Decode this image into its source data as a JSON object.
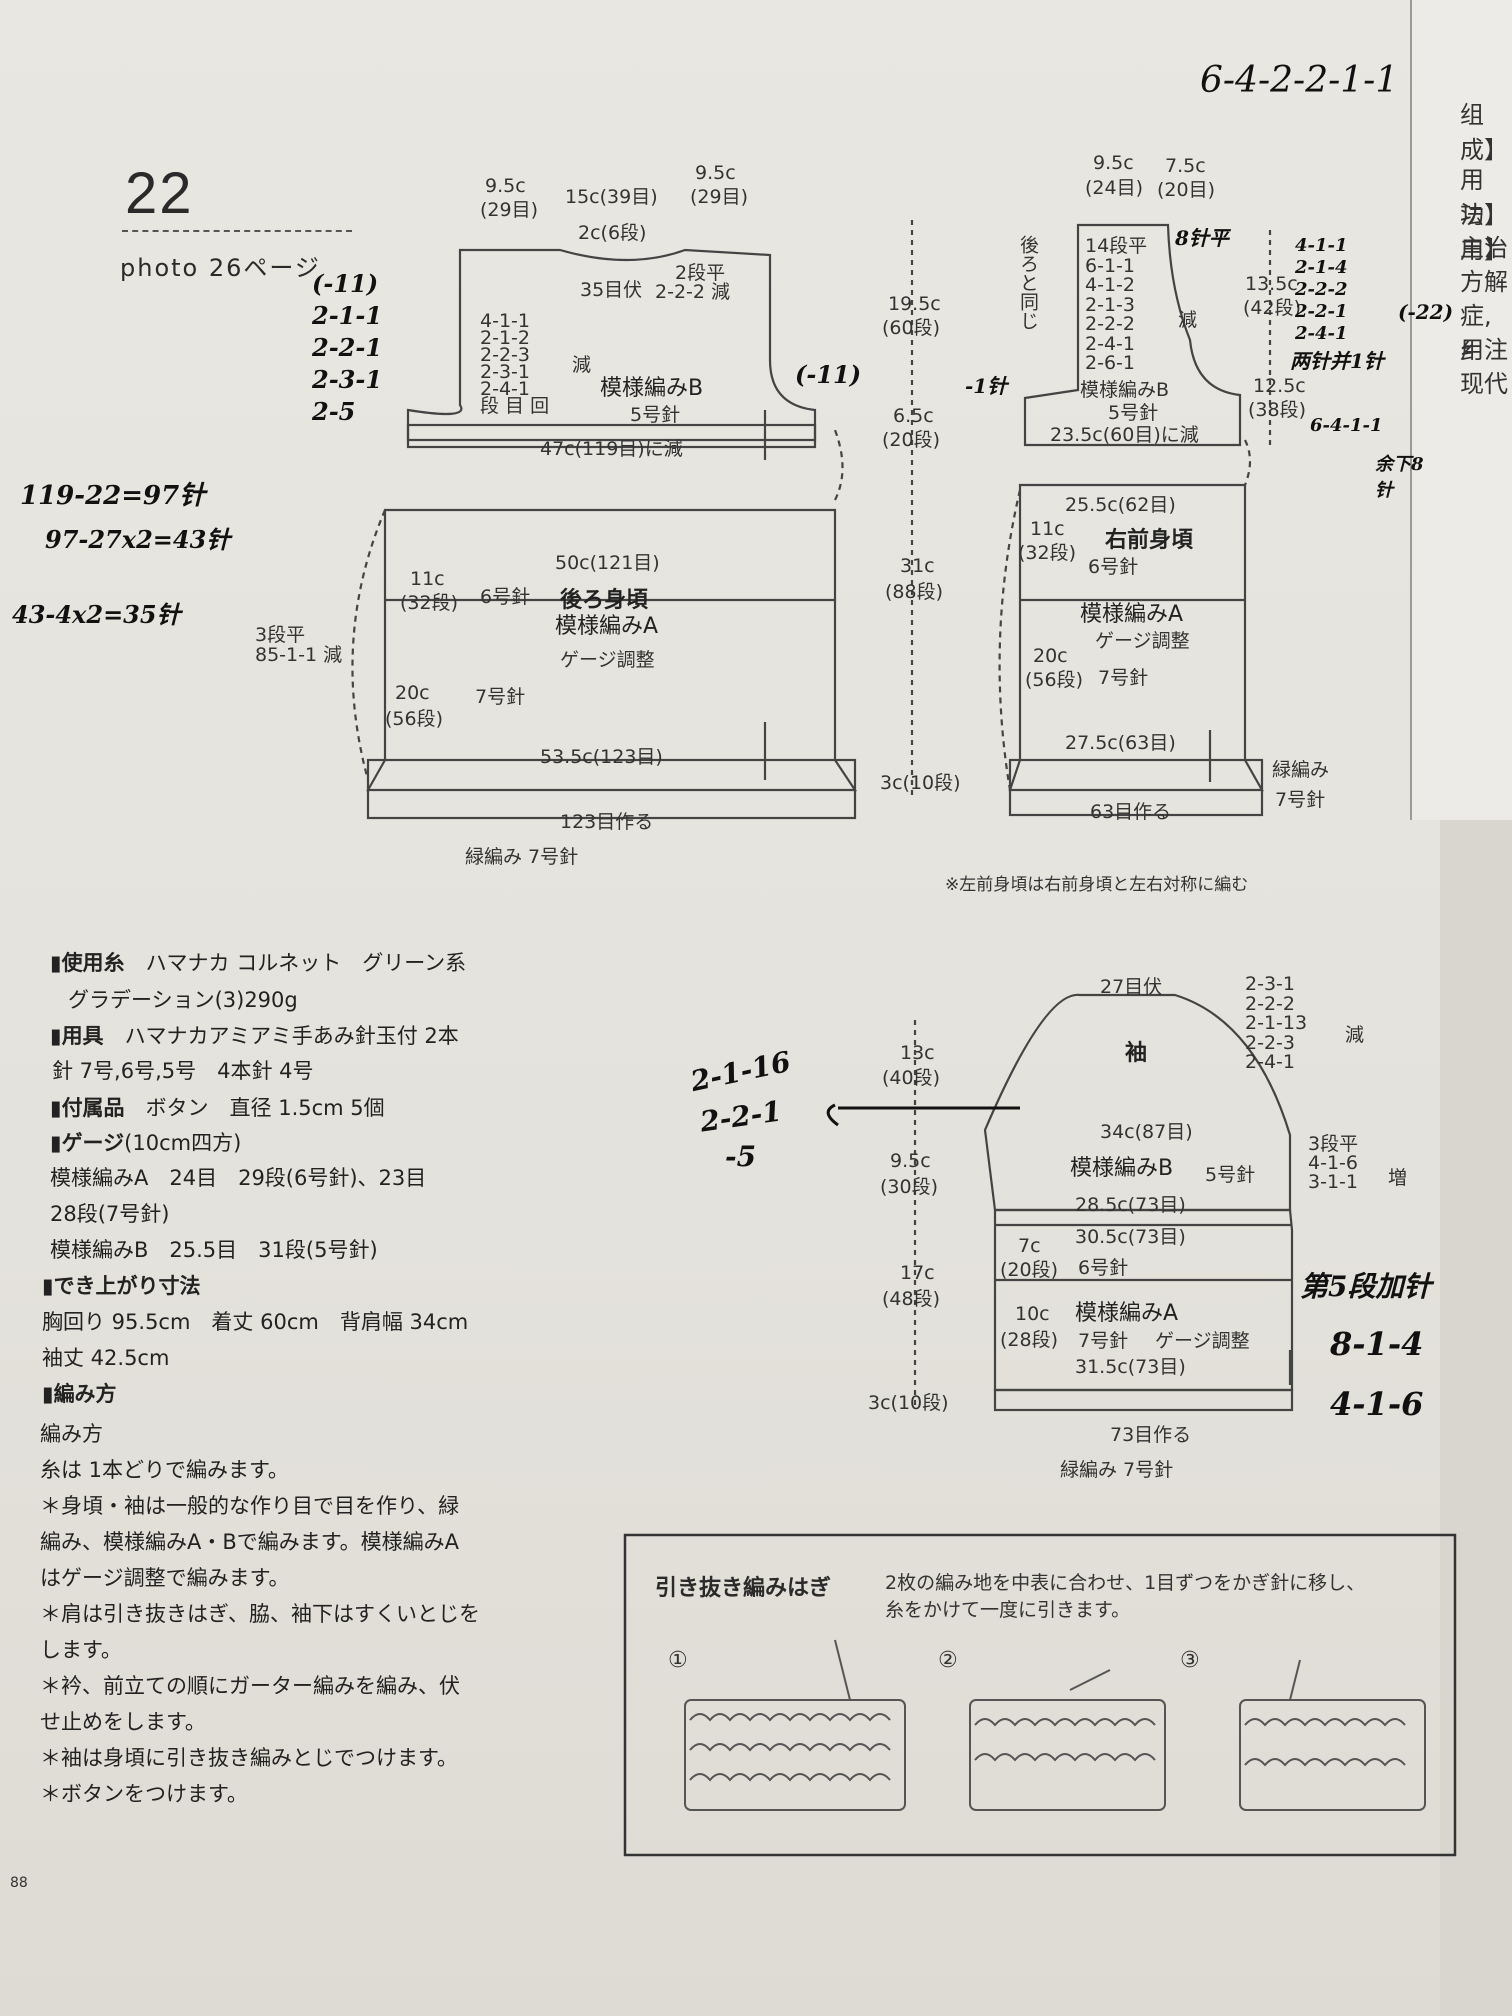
{
  "header": {
    "pattern_number": "22",
    "photo_ref": "photo 26ページ",
    "page_number": "88"
  },
  "margin_notes": {
    "calc1": "119-22=97针",
    "calc2": "97-27x2=43针",
    "calc3": "43-4x2=35针",
    "top_right": "6-4-2-2-1-1",
    "sleeve_note1": "2-1-16",
    "sleeve_note2": "2-2-1",
    "sleeve_note3": "-5",
    "inc_title": "第5段加针",
    "inc1": "8-1-4",
    "inc2": "4-1-6"
  },
  "back": {
    "top_left": "9.5c",
    "top_left_st": "(29目)",
    "top_mid": "15c(39目)",
    "top_right": "9.5c",
    "top_right_st": "(29目)",
    "neck_depth": "2c(6段)",
    "neck_bindoff": "35目伏",
    "neck_dec": "2段平",
    "neck_dec2": "2-2-2 減",
    "armhole_dec": [
      "4-1-1",
      "2-1-2",
      "2-2-3",
      "2-3-1",
      "2-4-1",
      "段 目 回"
    ],
    "armhole_dec_label": "減",
    "pattern_b": "模様編みB",
    "needle_5": "5号針",
    "yoke_width": "47c(119目)に減",
    "hand_left": [
      "(-11)",
      "2-1-1",
      "2-2-1",
      "2-3-1",
      "2-5"
    ],
    "hand_right": "(-11)",
    "upper_width": "50c(121目)",
    "yoke_h": "11c",
    "yoke_h_rows": "(32段)",
    "needle_6": "6号針",
    "title": "後ろ身頃",
    "pattern_a": "模様編みA",
    "gauge_adj": "ゲージ調整",
    "side_dec": "3段平",
    "side_dec2": "85-1-1 減",
    "lower_h": "20c",
    "lower_h_rows": "(56段)",
    "needle_7": "7号針",
    "lower_width": "53.5c(123目)",
    "cast_on": "123目作る",
    "border": "緑編み 7号針"
  },
  "heights": {
    "h1": "19.5c",
    "h1r": "(60段)",
    "h2": "6.5c",
    "h2r": "(20段)",
    "h3": "31c",
    "h3r": "(88段)",
    "h4": "3c(10段)"
  },
  "front": {
    "top_left": "9.5c",
    "top_left_st": "(24目)",
    "top_right": "7.5c",
    "top_right_st": "(20目)",
    "same_back": "後ろと同じ",
    "neck_dec": [
      "14段平",
      "6-1-1",
      "4-1-2",
      "2-1-3",
      "2-2-2",
      "2-4-1",
      "2-6-1"
    ],
    "neck_dec_label": "減",
    "neck_h": "13.5c",
    "neck_h_rows": "(42段)",
    "shoulder_h": "12.5c",
    "shoulder_h_rows": "(38段)",
    "pattern_b": "模様編みB",
    "needle_5": "5号針",
    "yoke_width": "23.5c(60目)に減",
    "upper_width": "25.5c(62目)",
    "yoke_h": "11c",
    "yoke_h_rows": "(32段)",
    "title": "右前身頃",
    "needle_6": "6号針",
    "pattern_a": "模様編みA",
    "gauge_adj": "ゲージ調整",
    "lower_h": "20c",
    "lower_h_rows": "(56段)",
    "needle_7": "7号針",
    "lower_width": "27.5c(63目)",
    "cast_on": "63目作る",
    "border": "緑編み",
    "border_needle": "7号針",
    "note": "※左前身頃は右前身頃と左右対称に編む",
    "hand": [
      "8针平",
      "4-1-1",
      "2-1-4",
      "2-2-2",
      "2-2-1",
      "2-4-1",
      "(-22)",
      "两针并1针",
      "6-4-1-1",
      "余下8针",
      "-1针"
    ]
  },
  "sleeve": {
    "cap_top": "27目伏",
    "cap_dec": [
      "2-3-1",
      "2-2-2",
      "2-1-13",
      "2-2-3",
      "2-4-1"
    ],
    "cap_dec_label": "減",
    "cap_h": "13c",
    "cap_h_rows": "(40段)",
    "title": "袖",
    "width1": "34c(87目)",
    "pattern_b": "模様編みB",
    "needle_5": "5号針",
    "upper_h": "9.5c",
    "upper_h_rows": "(30段)",
    "inc_note": [
      "3段平",
      "4-1-6",
      "3-1-1"
    ],
    "inc_label": "増",
    "width2": "28.5c(73目)",
    "width3": "30.5c(73目)",
    "mid_h": "7c",
    "mid_h_rows": "(20段)",
    "needle_6": "6号針",
    "lower_h": "17c",
    "lower_h_rows": "(48段)",
    "sub_h": "10c",
    "sub_h_rows": "(28段)",
    "pattern_a": "模様編みA",
    "needle_7": "7号針",
    "gauge_adj": "ゲージ調整",
    "width4": "31.5c(73目)",
    "edge_h": "3c(10段)",
    "cast_on": "73目作る",
    "border": "緑編み 7号針"
  },
  "materials": {
    "yarn_label": "使用糸",
    "yarn": "ハマナカ コルネット　グリーン系",
    "yarn2": "グラデーション(3)290g",
    "tools_label": "用具",
    "tools": "ハマナカアミアミ手あみ針玉付 2本",
    "tools2": "針 7号,6号,5号　4本針 4号",
    "parts_label": "付属品",
    "parts": "ボタン　直径 1.5cm 5個",
    "gauge_label": "ゲージ",
    "gauge_unit": "(10cm四方)",
    "gauge1": "模様編みA　24目　29段(6号針)、23目",
    "gauge2": "28段(7号針)",
    "gauge3": "模様編みB　25.5目　31段(5号針)",
    "size_label": "でき上がり寸法",
    "size1": "胸回り 95.5cm　着丈 60cm　背肩幅 34cm",
    "size2": "袖丈 42.5cm",
    "method_label": "編み方",
    "method_sub": "編み方",
    "m1": "糸は 1本どりで編みます。",
    "m2": "＊身頃・袖は一般的な作り目で目を作り、緑",
    "m3": "編み、模様編みA・Bで編みます。模様編みA",
    "m4": "はゲージ調整で編みます。",
    "m5": "＊肩は引き抜きはぎ、脇、袖下はすくいとじを",
    "m6": "します。",
    "m7": "＊衿、前立ての順にガーター編みを編み、伏",
    "m8": "せ止めをします。",
    "m9": "＊袖は身頃に引き抜き編みとじでつけます。",
    "m10": "＊ボタンをつけます。"
  },
  "technique": {
    "title": "引き抜き編みはぎ",
    "desc1": "2枚の編み地を中表に合わせ、1目ずつをかぎ針に移し、",
    "desc2": "糸をかけて一度に引きます。",
    "step1": "①",
    "step2": "②",
    "step3": "③"
  },
  "side_page": [
    "组成】",
    "用法】",
    "功用】",
    "主治",
    "方解",
    "症,纟",
    "用注",
    "现代"
  ]
}
